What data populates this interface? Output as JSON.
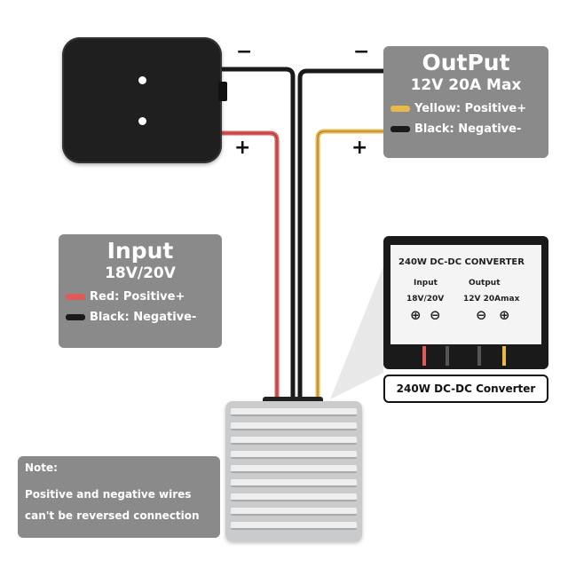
{
  "output_panel": {
    "title": "OutPut",
    "rating": "12V 20A Max",
    "positive_label": "Yellow: Positive+",
    "negative_label": "Black: Negative-"
  },
  "input_panel": {
    "title": "Input",
    "rating": "18V/20V",
    "positive_label": "Red: Positive+",
    "negative_label": "Black: Negative-"
  },
  "note": {
    "heading": "Note:",
    "line1": "Positive and negative wires",
    "line2": "can't be reversed connection"
  },
  "signs": {
    "minus": "−",
    "plus": "+"
  },
  "converter_label": {
    "title": "240W DC-DC CONVERTER",
    "input_heading": "Input",
    "output_heading": "Output",
    "input_value": "18V/20V",
    "output_value": "12V 20Amax",
    "plus_symbol": "⊕",
    "minus_symbol": "⊖"
  },
  "caption": "240W DC-DC Converter",
  "colors": {
    "panel": "#8a8a8a",
    "red_wire": "#e05a5a",
    "yellow_wire": "#e8b84a",
    "black_wire": "#1a1a1a"
  },
  "icons": [
    "black-device-box",
    "aluminum-converter",
    "converter-label-photo"
  ]
}
